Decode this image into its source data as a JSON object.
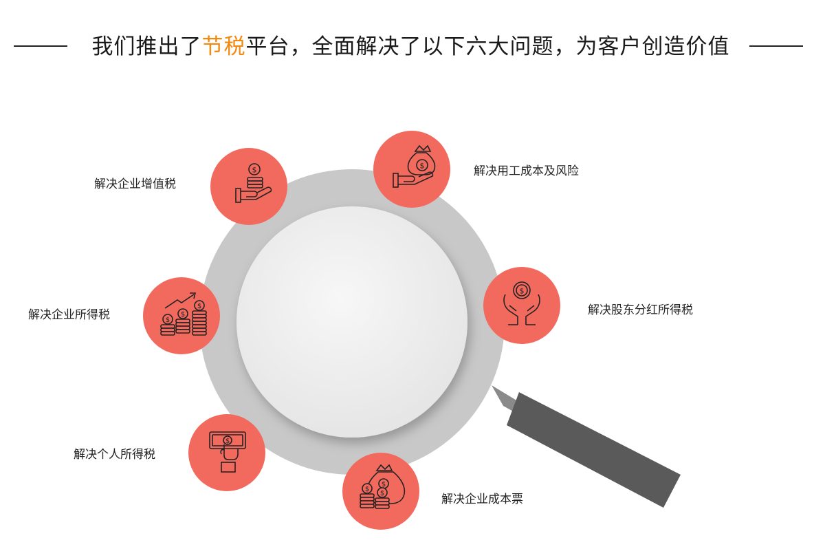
{
  "title": {
    "prefix": "我们推出了",
    "highlight": "节税",
    "suffix": "平台，全面解决了以下六大问题，为客户创造价值"
  },
  "colors": {
    "accent": "#f08a12",
    "circle": "#f26a5e",
    "ring": "#c8c8c8",
    "lens": "#ececec",
    "handle": "#5a5a5a"
  },
  "items": [
    {
      "label": "解决企业增值税",
      "icon": "hand-holding-coins-icon"
    },
    {
      "label": "解决用工成本及风险",
      "icon": "hand-money-bag-icon"
    },
    {
      "label": "解决股东分红所得税",
      "icon": "hands-coin-icon"
    },
    {
      "label": "解决企业成本票",
      "icon": "money-bag-coins-icon"
    },
    {
      "label": "解决个人所得税",
      "icon": "hand-banknote-icon"
    },
    {
      "label": "解决企业所得税",
      "icon": "growth-coins-icon"
    }
  ]
}
